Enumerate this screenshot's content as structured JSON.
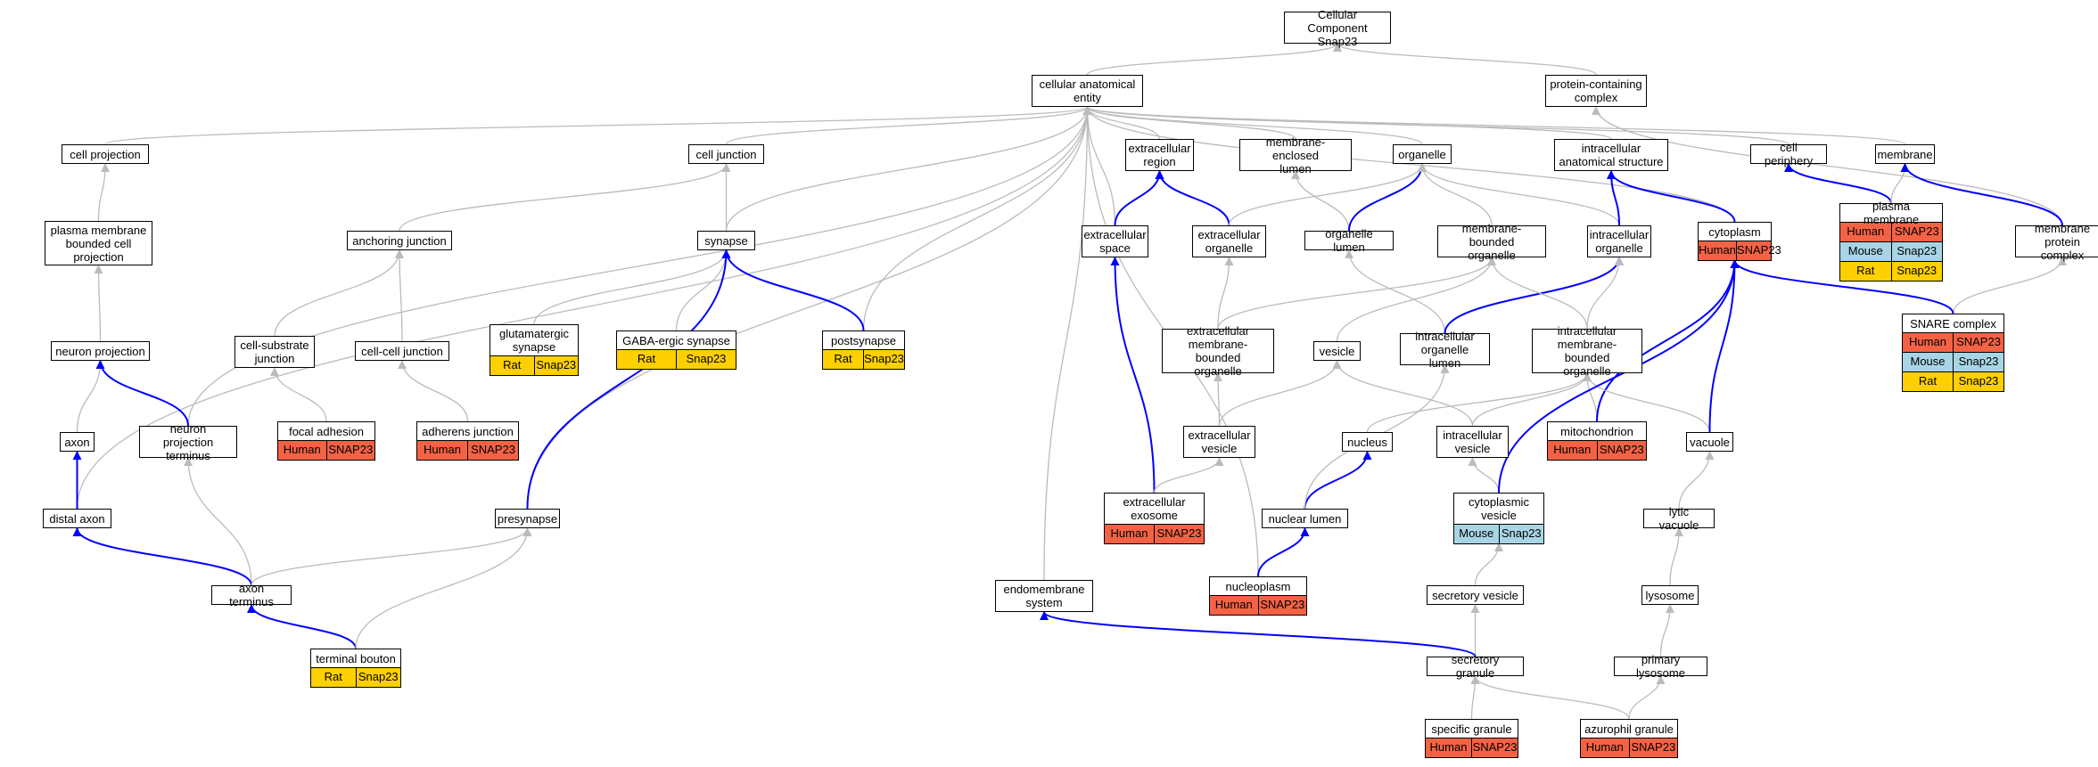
{
  "colors": {
    "gray_edge": "#bbbbbb",
    "blue_edge": "#0000ff",
    "human": "#f46245",
    "mouse": "#a8d5e5",
    "rat": "#ffd000"
  },
  "nodes": {
    "cc": {
      "label": "Cellular Component\nSnap23"
    },
    "cae": {
      "label": "cellular anatomical\nentity"
    },
    "pcc": {
      "label": "protein-containing\ncomplex"
    },
    "cp": {
      "label": "cell projection"
    },
    "cj": {
      "label": "cell junction"
    },
    "er": {
      "label": "extracellular\nregion"
    },
    "mel": {
      "label": "membrane-enclosed\nlumen"
    },
    "org": {
      "label": "organelle"
    },
    "ias": {
      "label": "intracellular\nanatomical structure"
    },
    "cper": {
      "label": "cell periphery"
    },
    "mem": {
      "label": "membrane"
    },
    "pmbcp": {
      "label": "plasma membrane\nbounded cell\nprojection"
    },
    "aj": {
      "label": "anchoring junction"
    },
    "syn": {
      "label": "synapse"
    },
    "es": {
      "label": "extracellular\nspace"
    },
    "eo": {
      "label": "extracellular\norganelle"
    },
    "ol": {
      "label": "organelle lumen"
    },
    "mbo": {
      "label": "membrane-bounded\norganelle"
    },
    "io": {
      "label": "intracellular\norganelle"
    },
    "cyto": {
      "label": "cytoplasm",
      "rows": [
        [
          "Human",
          "SNAP23"
        ]
      ]
    },
    "pm": {
      "label": "plasma membrane",
      "rows": [
        [
          "Human",
          "SNAP23"
        ],
        [
          "Mouse",
          "Snap23"
        ],
        [
          "Rat",
          "Snap23"
        ]
      ]
    },
    "mpc": {
      "label": "membrane protein\ncomplex"
    },
    "glu": {
      "label": "glutamatergic\nsynapse",
      "rows": [
        [
          "Rat",
          "Snap23"
        ]
      ]
    },
    "gaba": {
      "label": "GABA-ergic synapse",
      "rows": [
        [
          "Rat",
          "Snap23"
        ]
      ]
    },
    "post": {
      "label": "postsynapse",
      "rows": [
        [
          "Rat",
          "Snap23"
        ]
      ]
    },
    "np": {
      "label": "neuron projection"
    },
    "csj": {
      "label": "cell-substrate\njunction"
    },
    "ccj": {
      "label": "cell-cell junction"
    },
    "embo": {
      "label": "extracellular\nmembrane-bounded\norganelle"
    },
    "ves": {
      "label": "vesicle"
    },
    "iol": {
      "label": "intracellular\norganelle lumen"
    },
    "imbo": {
      "label": "intracellular\nmembrane-bounded\norganelle"
    },
    "snare": {
      "label": "SNARE complex",
      "rows": [
        [
          "Human",
          "SNAP23"
        ],
        [
          "Mouse",
          "Snap23"
        ],
        [
          "Rat",
          "Snap23"
        ]
      ]
    },
    "axon": {
      "label": "axon"
    },
    "npt": {
      "label": "neuron projection\nterminus"
    },
    "fa": {
      "label": "focal adhesion",
      "rows": [
        [
          "Human",
          "SNAP23"
        ]
      ]
    },
    "adj": {
      "label": "adherens junction",
      "rows": [
        [
          "Human",
          "SNAP23"
        ]
      ]
    },
    "ev": {
      "label": "extracellular\nvesicle"
    },
    "nuc": {
      "label": "nucleus"
    },
    "iv": {
      "label": "intracellular\nvesicle"
    },
    "mito": {
      "label": "mitochondrion",
      "rows": [
        [
          "Human",
          "SNAP23"
        ]
      ]
    },
    "vac": {
      "label": "vacuole"
    },
    "dax": {
      "label": "distal axon"
    },
    "pre": {
      "label": "presynapse"
    },
    "exo": {
      "label": "extracellular\nexosome",
      "rows": [
        [
          "Human",
          "SNAP23"
        ]
      ]
    },
    "nl": {
      "label": "nuclear lumen"
    },
    "cv": {
      "label": "cytoplasmic\nvesicle",
      "rows": [
        [
          "Mouse",
          "Snap23"
        ]
      ]
    },
    "lv": {
      "label": "lytic vacuole"
    },
    "at": {
      "label": "axon terminus"
    },
    "ems": {
      "label": "endomembrane\nsystem"
    },
    "nplasm": {
      "label": "nucleoplasm",
      "rows": [
        [
          "Human",
          "SNAP23"
        ]
      ]
    },
    "sv": {
      "label": "secretory vesicle"
    },
    "lys": {
      "label": "lysosome"
    },
    "tb": {
      "label": "terminal bouton",
      "rows": [
        [
          "Rat",
          "Snap23"
        ]
      ]
    },
    "sg": {
      "label": "secretory granule"
    },
    "pl": {
      "label": "primary lysosome"
    },
    "spg": {
      "label": "specific granule",
      "rows": [
        [
          "Human",
          "SNAP23"
        ]
      ]
    },
    "azg": {
      "label": "azurophil granule",
      "rows": [
        [
          "Human",
          "SNAP23"
        ]
      ]
    }
  },
  "edges": [
    [
      "cae",
      "cc",
      "gray"
    ],
    [
      "pcc",
      "cc",
      "gray"
    ],
    [
      "cp",
      "cae",
      "gray"
    ],
    [
      "cj",
      "cae",
      "gray"
    ],
    [
      "er",
      "cae",
      "gray"
    ],
    [
      "mel",
      "cae",
      "gray"
    ],
    [
      "org",
      "cae",
      "gray"
    ],
    [
      "ias",
      "cae",
      "gray"
    ],
    [
      "cper",
      "cae",
      "gray"
    ],
    [
      "mem",
      "cae",
      "gray"
    ],
    [
      "cyto",
      "cae",
      "gray"
    ],
    [
      "es",
      "cae",
      "gray"
    ],
    [
      "syn",
      "cae",
      "gray"
    ],
    [
      "post",
      "cae",
      "gray"
    ],
    [
      "npt",
      "cae",
      "gray"
    ],
    [
      "dax",
      "cae",
      "gray"
    ],
    [
      "pre",
      "cae",
      "gray"
    ],
    [
      "ems",
      "cae",
      "gray"
    ],
    [
      "nplasm",
      "cae",
      "gray"
    ],
    [
      "mpc",
      "pcc",
      "gray"
    ],
    [
      "pmbcp",
      "cp",
      "gray"
    ],
    [
      "np",
      "pmbcp",
      "gray"
    ],
    [
      "axon",
      "np",
      "gray"
    ],
    [
      "npt",
      "np",
      "blue"
    ],
    [
      "dax",
      "axon",
      "blue"
    ],
    [
      "at",
      "npt",
      "gray"
    ],
    [
      "at",
      "dax",
      "blue"
    ],
    [
      "at",
      "pre",
      "gray"
    ],
    [
      "tb",
      "at",
      "blue"
    ],
    [
      "tb",
      "pre",
      "gray"
    ],
    [
      "aj",
      "cj",
      "gray"
    ],
    [
      "syn",
      "cj",
      "gray"
    ],
    [
      "csj",
      "aj",
      "gray"
    ],
    [
      "ccj",
      "aj",
      "gray"
    ],
    [
      "fa",
      "csj",
      "gray"
    ],
    [
      "adj",
      "ccj",
      "gray"
    ],
    [
      "glu",
      "syn",
      "gray"
    ],
    [
      "gaba",
      "syn",
      "gray"
    ],
    [
      "post",
      "syn",
      "blue"
    ],
    [
      "pre",
      "syn",
      "blue"
    ],
    [
      "es",
      "er",
      "blue"
    ],
    [
      "eo",
      "er",
      "blue"
    ],
    [
      "exo",
      "es",
      "blue"
    ],
    [
      "eo",
      "org",
      "gray"
    ],
    [
      "embo",
      "eo",
      "gray"
    ],
    [
      "embo",
      "mbo",
      "gray"
    ],
    [
      "ev",
      "embo",
      "gray"
    ],
    [
      "ev",
      "ves",
      "gray"
    ],
    [
      "exo",
      "ev",
      "gray"
    ],
    [
      "ol",
      "mel",
      "gray"
    ],
    [
      "ol",
      "org",
      "blue"
    ],
    [
      "mbo",
      "org",
      "gray"
    ],
    [
      "io",
      "org",
      "gray"
    ],
    [
      "io",
      "ias",
      "blue"
    ],
    [
      "iol",
      "ol",
      "gray"
    ],
    [
      "iol",
      "io",
      "blue"
    ],
    [
      "imbo",
      "mbo",
      "gray"
    ],
    [
      "imbo",
      "io",
      "gray"
    ],
    [
      "ves",
      "mbo",
      "gray"
    ],
    [
      "cyto",
      "ias",
      "blue"
    ],
    [
      "pm",
      "cper",
      "blue"
    ],
    [
      "pm",
      "mem",
      "gray"
    ],
    [
      "mpc",
      "mem",
      "blue"
    ],
    [
      "snare",
      "mpc",
      "gray"
    ],
    [
      "snare",
      "cyto",
      "blue"
    ],
    [
      "nuc",
      "imbo",
      "gray"
    ],
    [
      "iv",
      "imbo",
      "gray"
    ],
    [
      "iv",
      "ves",
      "gray"
    ],
    [
      "mito",
      "imbo",
      "gray"
    ],
    [
      "mito",
      "cyto",
      "blue"
    ],
    [
      "vac",
      "imbo",
      "gray"
    ],
    [
      "vac",
      "cyto",
      "blue"
    ],
    [
      "nl",
      "nuc",
      "blue"
    ],
    [
      "nl",
      "iol",
      "gray"
    ],
    [
      "nplasm",
      "nl",
      "blue"
    ],
    [
      "cv",
      "iv",
      "gray"
    ],
    [
      "cv",
      "cyto",
      "blue"
    ],
    [
      "lv",
      "vac",
      "gray"
    ],
    [
      "lys",
      "lv",
      "gray"
    ],
    [
      "pl",
      "lys",
      "gray"
    ],
    [
      "sv",
      "cv",
      "gray"
    ],
    [
      "sg",
      "sv",
      "gray"
    ],
    [
      "sg",
      "ems",
      "blue"
    ],
    [
      "spg",
      "sg",
      "gray"
    ],
    [
      "azg",
      "sg",
      "gray"
    ],
    [
      "azg",
      "pl",
      "gray"
    ]
  ]
}
